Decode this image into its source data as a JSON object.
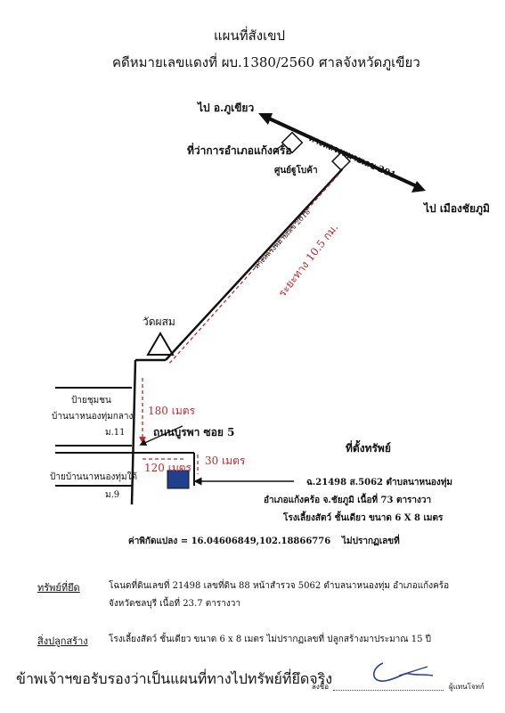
{
  "header": {
    "title": "แผนที่สังเขป",
    "subtitle": "คดีหมายเลขแดงที่ ผบ.1380/2560 ศาลจังหวัดภูเขียว"
  },
  "map": {
    "to_phu_khiao": "ไป อ.ภูเขียว",
    "to_chaiyaphum": "ไป เมืองชัยภูมิ",
    "highway_201": "ทางหลวงหมายเลข 201",
    "highway_2018": "ทางหลวงหมายเลข 2018",
    "district_office": "ที่ว่าการอำเภอแก้งคร้อ",
    "big_c": "ศูนย์ฐูโบค้า",
    "temple": "วัดผสม",
    "distance_10_5": "ระยะทาง 10.5 กม.",
    "dist_180": "180 เมตร",
    "dist_120": "120 เมตร",
    "dist_30": "30 เมตร",
    "road_burapha": "ถนนบูรพา ซอย 5",
    "stop_nong_phum_klang_1": "ป้ายชุมชน",
    "stop_nong_phum_klang_2": "บ้านนาหนองทุ่มกลาง",
    "stop_nong_phum_klang_3": "ม.11",
    "stop_nong_phum_tai_1": "ป้ายบ้านนาหนองทุ่มใต้",
    "stop_nong_phum_tai_2": "ม.9",
    "property_title": "ที่ตั้งทรัพย์",
    "property_line1": "ฉ.21498 ส.5062 ตำบลนาหนองทุ่ม",
    "property_line2": "อำเภอแก้งคร้อ จ.ชัยภูมิ เนื้อที่ 73 ตารางวา",
    "property_line3": "โรงเลี้ยงสัตว์ ชั้นเดียว ขนาด 6 X 8 เมตร",
    "property_line4": "ไม่ปรากฏเลขที่",
    "coordinates": "ค่าพิกัดแปลง = 16.04606849,102.18866776",
    "colors": {
      "property_fill": "#1f3f8f",
      "distance_red": "#c0282d"
    }
  },
  "details": {
    "asset_label": "ทรัพย์ที่ยึด",
    "asset_line1": "โฉนดที่ดินเลขที่ 21498 เลขที่ดิน 88 หน้าสำรวจ 5062 ตำบลนาหนองทุ่ม อำเภอแก้งคร้อ",
    "asset_line2": "จังหวัดชลบุรี เนื้อที่ 23.7 ตารางวา",
    "building_label": "สิ่งปลูกสร้าง",
    "building_text": "โรงเลี้ยงสัตว์ ชั้นเดียว ขนาด 6 x 8 เมตร ไม่ปรากฏเลขที่ ปลูกสร้างมาประมาณ 15 ปี"
  },
  "footer": {
    "certify": "ข้าพเจ้าฯขอรับรองว่าเป็นแผนที่ทางไปทรัพย์ที่ยึดจริง",
    "sign_label": "ลงชื่อ",
    "role": "ผู้แทนโจทก์"
  }
}
